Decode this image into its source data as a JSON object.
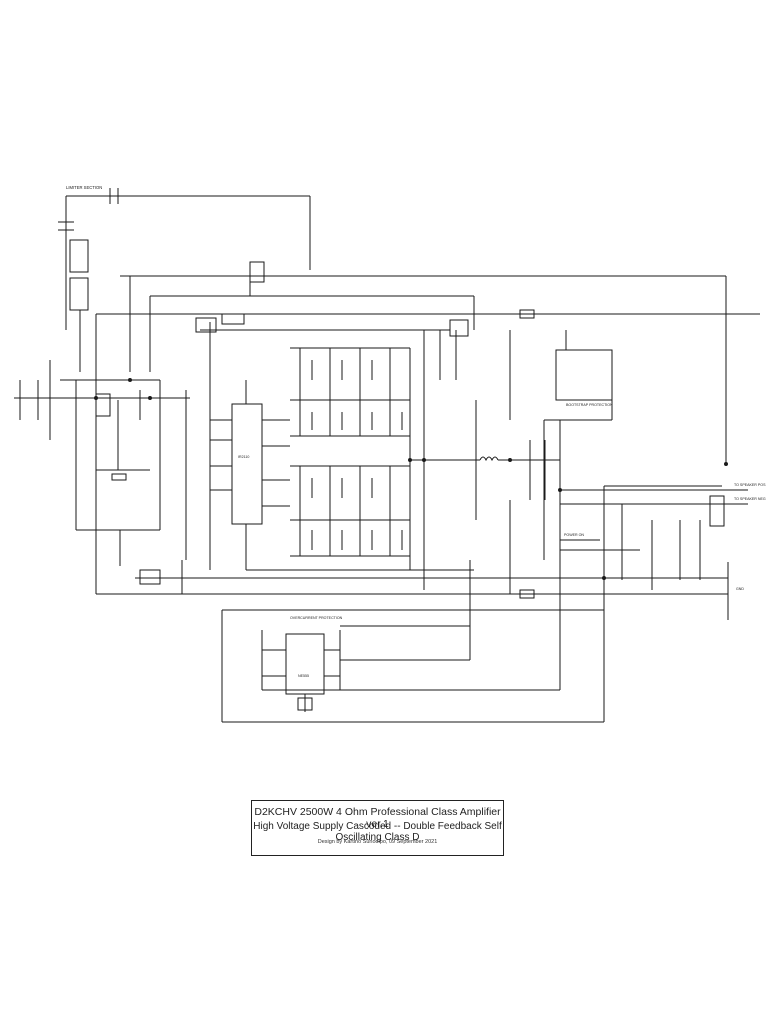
{
  "title_block": {
    "line1": "D2KCHV 2500W 4 Ohm Professional Class Amplifier ver.1",
    "line2": "High Voltage Supply Cascoded -- Double Feedback Self Oscillating Class D",
    "line3": "Design by Kartino Sunodipo, 09 September 2021"
  },
  "labels": {
    "limiter_section": "LIMITER SECTION",
    "overcurrent_protection": "OVERCURRENT PROTECTION",
    "bootstrap_protection": "BOOTSTRAP PROTECTION",
    "power_on": "POWER ON",
    "speaker_pos": "TO SPEAKER POS",
    "speaker_neg": "TO SPEAKER NEG",
    "ground": "GND",
    "ic_main": "IR2110",
    "ic_protect": "NE555"
  },
  "colors": {
    "line": "#1a1a1a",
    "background": "#ffffff"
  }
}
